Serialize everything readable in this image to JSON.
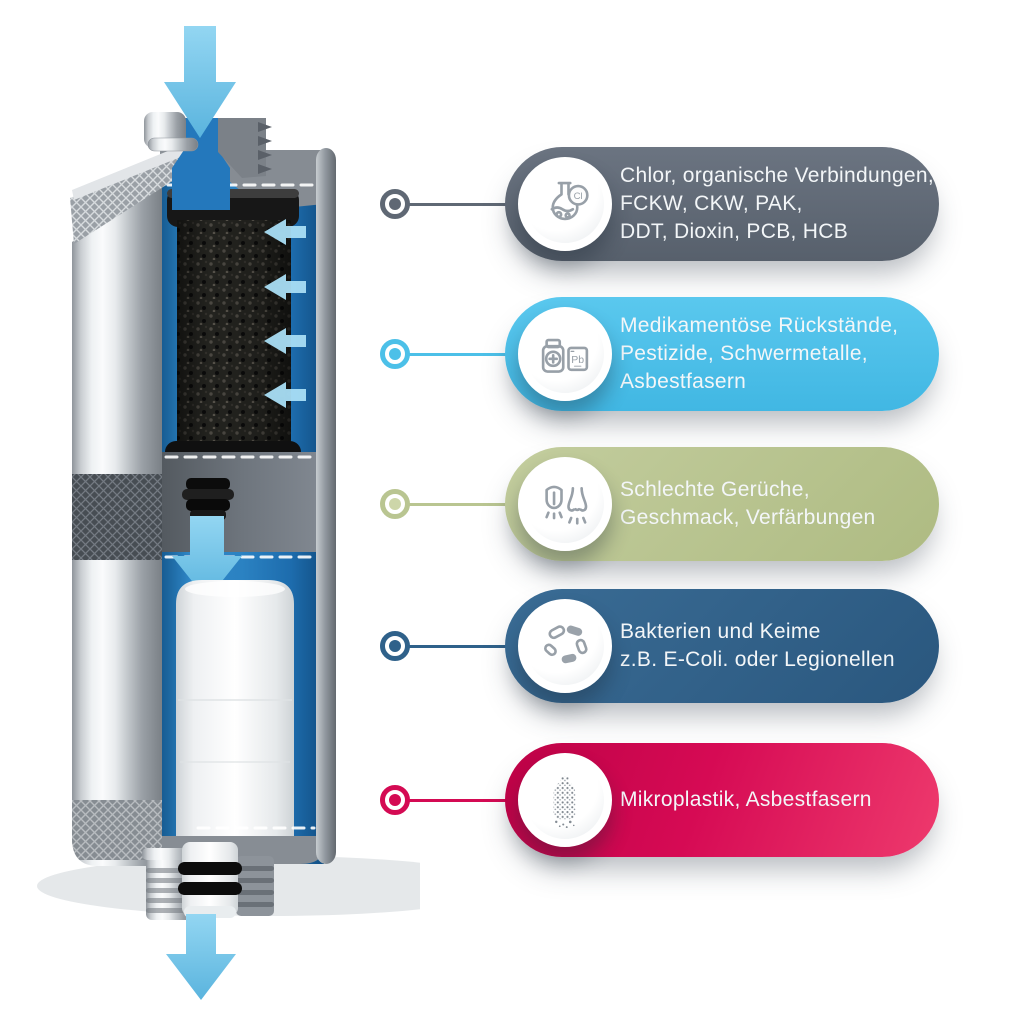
{
  "diagram": {
    "type": "product-infographic",
    "subject": "Water filter cartridge cutaway with contaminant callouts",
    "flow_arrow_color": "#7ac9eb",
    "interior_color": "#2b82c2",
    "text_color": "#f3f6f8"
  },
  "callouts": [
    {
      "id": "chemicals",
      "icon": "chemistry-flask-icon",
      "icon_badge": "Cl",
      "color": "#5f6874",
      "lines": [
        "Chlor, organische Verbindungen,",
        "FCKW, CKW, PAK,",
        "DDT, Dioxin, PCB, HCB"
      ]
    },
    {
      "id": "pharmaceuticals-heavy-metals",
      "icon": "medicine-jar-lead-icon",
      "icon_badge": "Pb",
      "color": "#4cc0e8",
      "lines": [
        "Medikamentöse Rückstände,",
        "Pestizide, Schwermetalle,",
        "Asbestfasern"
      ]
    },
    {
      "id": "odor-taste",
      "icon": "tongue-nose-icon",
      "color": "#b9c591",
      "lines": [
        "Schlechte Gerüche,",
        "Geschmack, Verfärbungen"
      ]
    },
    {
      "id": "bacteria",
      "icon": "bacteria-icon",
      "color": "#2f618a",
      "lines": [
        "Bakterien und Keime",
        "z.B. E-Coli. oder Legionellen"
      ]
    },
    {
      "id": "microplastics",
      "icon": "microplastic-bottle-icon",
      "color": "#d40a53",
      "color_gradient_end": "#ee3a6d",
      "lines": [
        "Mikroplastik, Asbestfasern"
      ]
    }
  ]
}
